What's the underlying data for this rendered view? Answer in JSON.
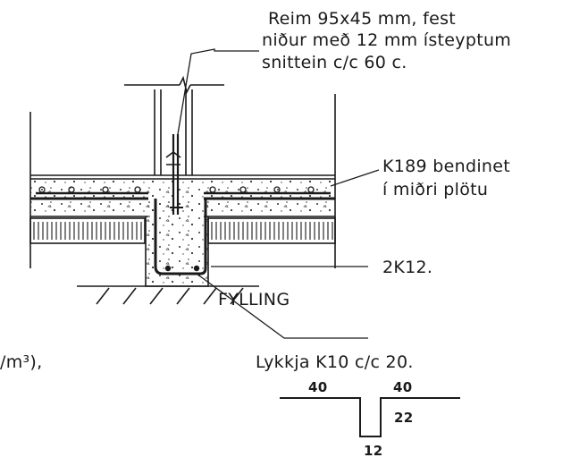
{
  "annotations": {
    "bolt_line1": "Reim 95x45 mm, fest",
    "bolt_line2": "niður með 12 mm ísteyptum",
    "bolt_line3": "snittein c/c 60 c.",
    "mesh_line1": "K189 bendinet",
    "mesh_line2": "í miðri plötu",
    "bars": "2K12.",
    "fill": "FYLLING",
    "partial_left": "/m³),",
    "loop": "Lykkja K10 c/c 20."
  },
  "loop_dimensions": {
    "left_leg": "40",
    "right_leg": "40",
    "depth": "22",
    "width": "12"
  },
  "colors": {
    "ink": "#1a1a1a",
    "paper": "#ffffff"
  }
}
